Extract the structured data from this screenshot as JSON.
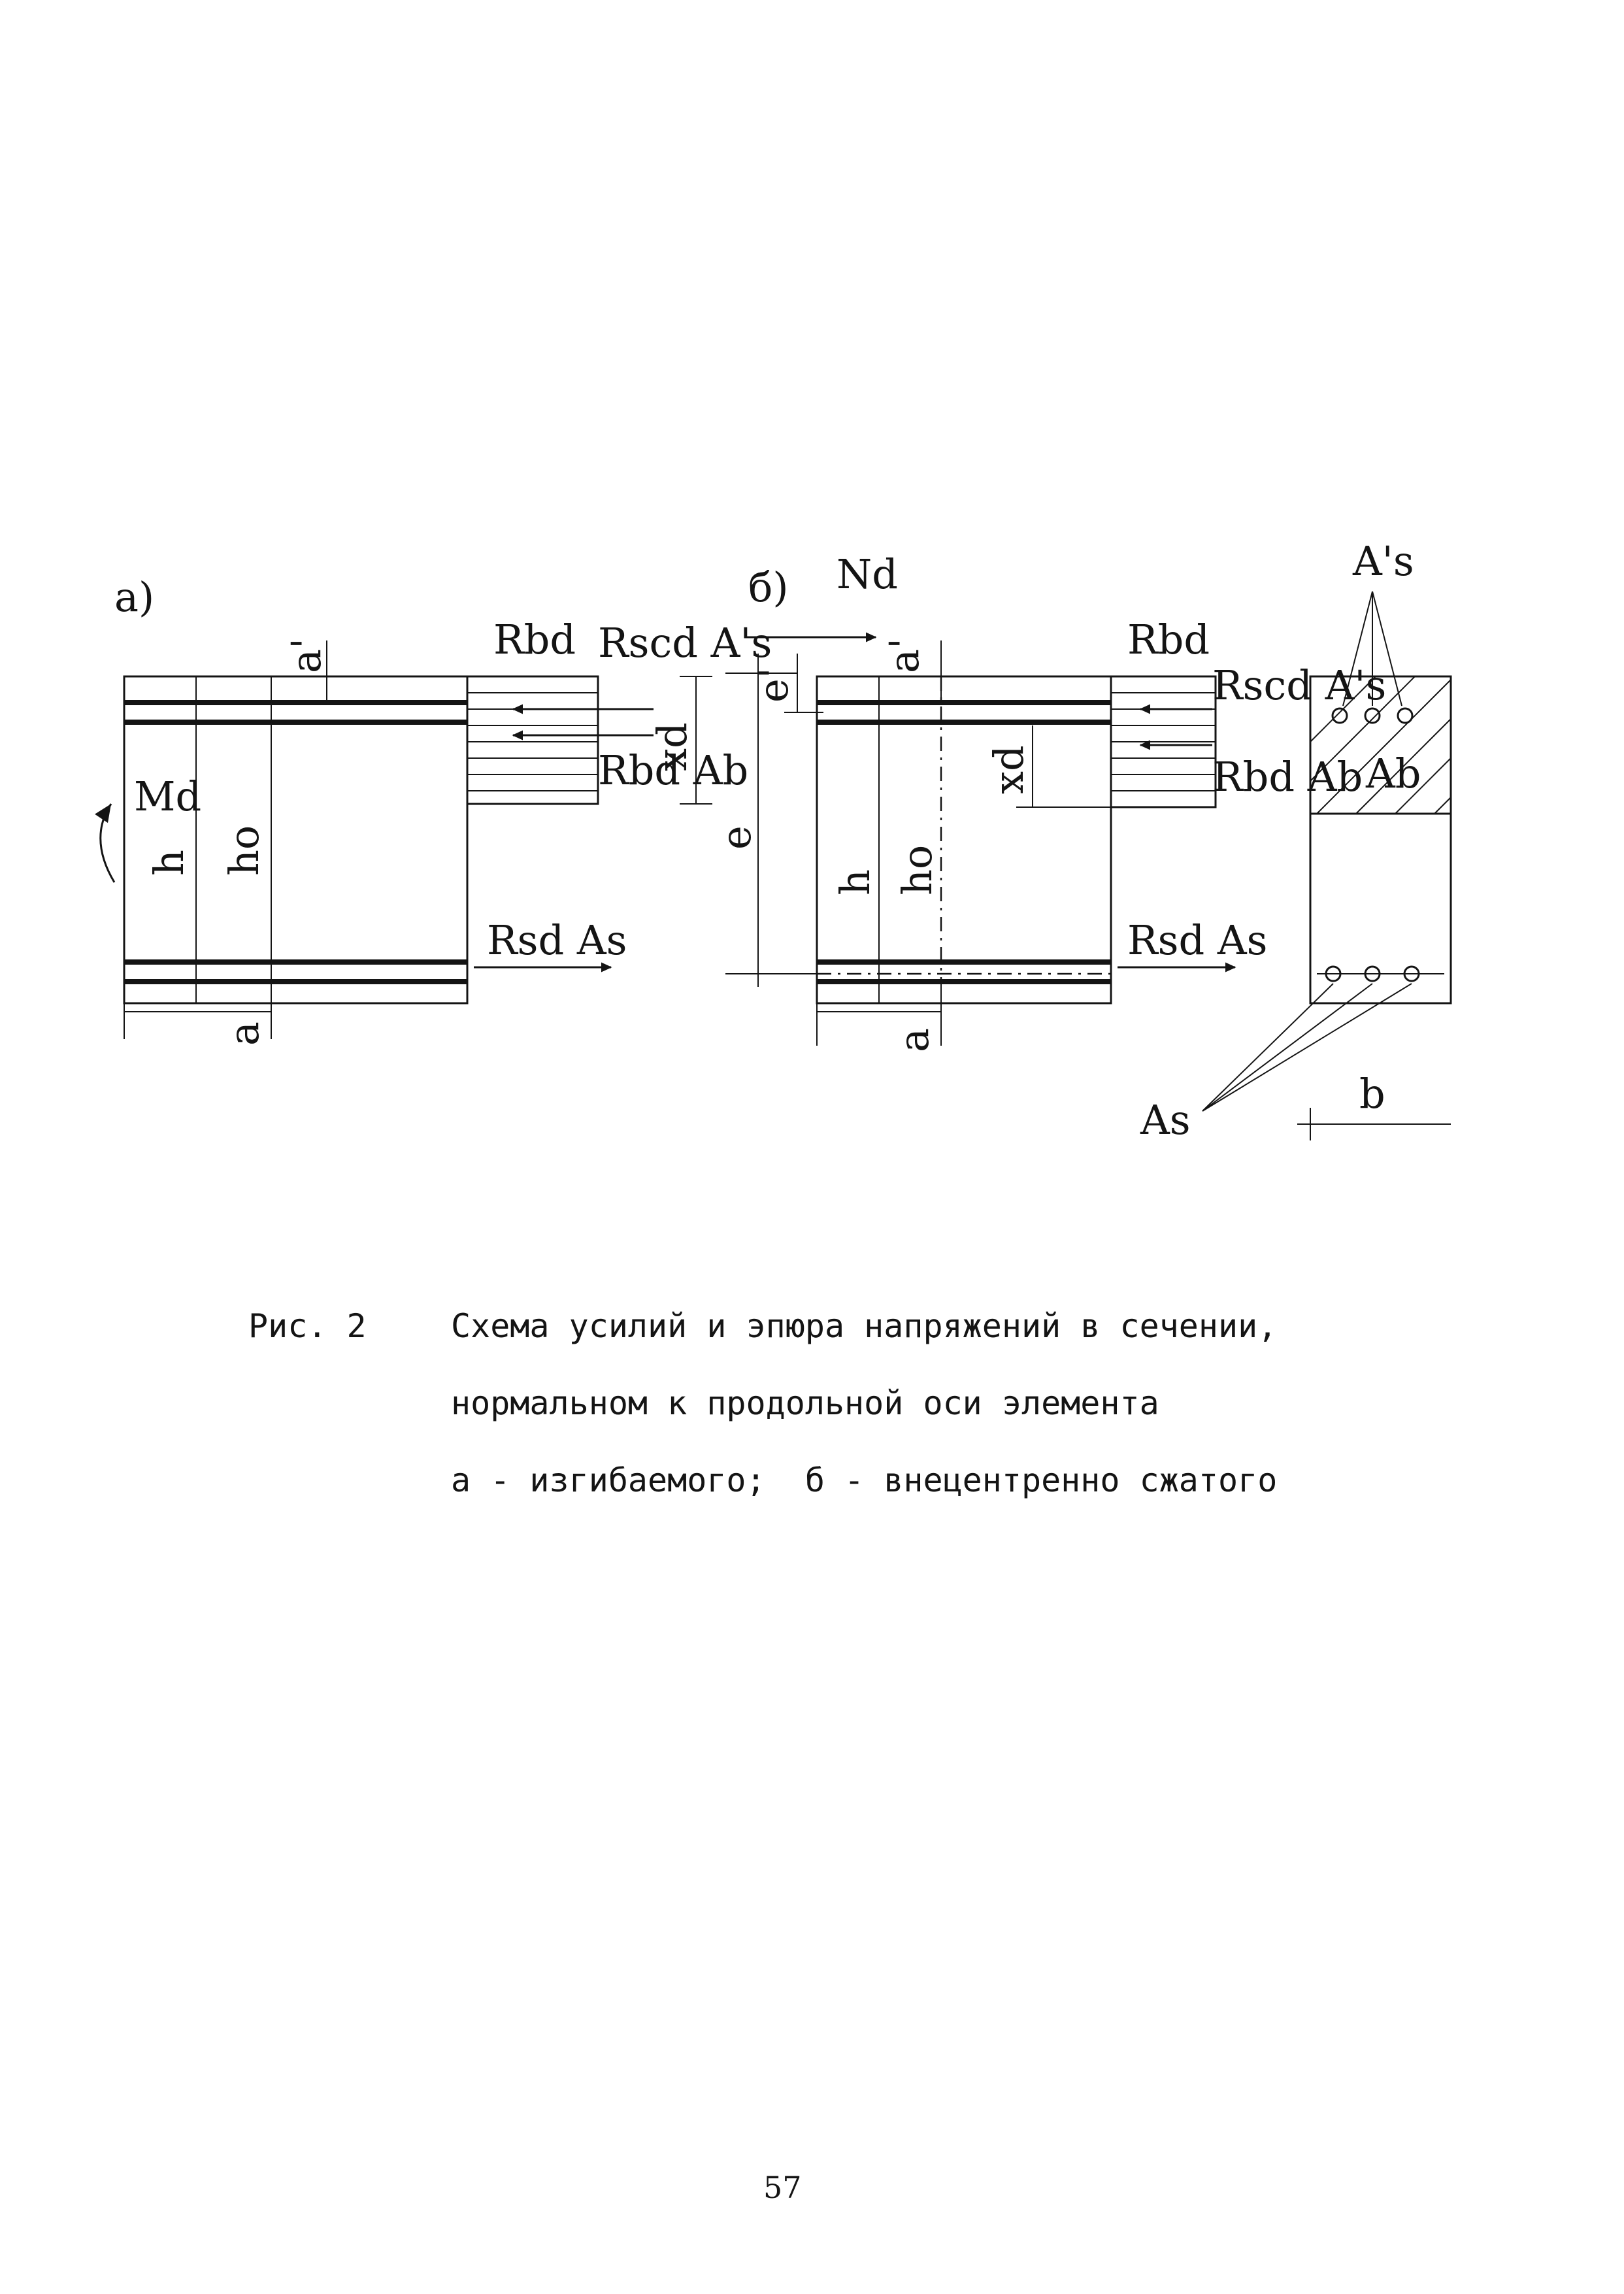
{
  "figure": {
    "panel_a": {
      "panel_label": "а)",
      "moment_label": "Md",
      "height_label": "h",
      "effective_depth_label": "ho",
      "top_cover_label": "a'",
      "bottom_cover_label": "a",
      "neutral_axis_label": "xd",
      "concrete_strength_label": "Rbd",
      "compressed_steel_force_label": "Rscd A's",
      "concrete_force_label": "Rbd Ab",
      "tension_steel_force_label": "Rsd As"
    },
    "panel_b": {
      "panel_label": "б)",
      "axial_force_label": "Nd",
      "eccentricity_label": "e",
      "eccentricity_prime_label": "e'",
      "height_label": "h",
      "effective_depth_label": "ho",
      "top_cover_label": "a'",
      "bottom_cover_label": "a",
      "neutral_axis_label": "xd",
      "concrete_strength_label": "Rbd",
      "compressed_steel_force_label": "Rscd A's",
      "concrete_force_label": "Rbd Ab",
      "tension_steel_force_label": "Rsd As"
    },
    "cross_section": {
      "top_reinforcement_label": "A's",
      "compressed_zone_label": "Ab",
      "bottom_reinforcement_label": "As",
      "width_label": "b"
    }
  },
  "caption": {
    "label": "Рис. 2",
    "line_1": "Схема усилий и эпюра напряжений в сечении,",
    "line_2": "нормальном к продольной оси элемента",
    "line_3": "а - изгибаемого;  б - внецентренно сжатого"
  },
  "page_number": "57"
}
